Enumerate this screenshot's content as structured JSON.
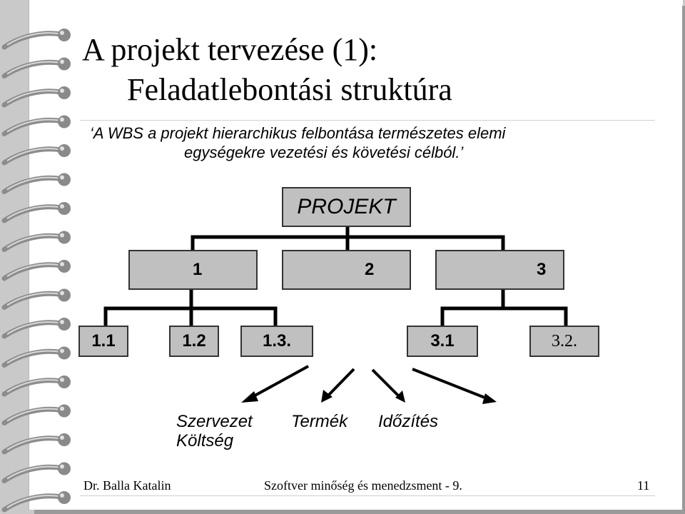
{
  "title": {
    "line1": "A projekt tervezése (1):",
    "line2": "Feladatlebontási struktúra"
  },
  "quote": {
    "line1": "‘A WBS a projekt hierarchikus felbontása természetes elemi",
    "line2": "egységekre vezetési és követési célból.’"
  },
  "wbs": {
    "root": "PROJEKT",
    "level1": [
      "1",
      "2",
      "3"
    ],
    "level2": [
      "1.1",
      "1.2",
      "1.3.",
      "3.1",
      "3.2."
    ]
  },
  "aspects": {
    "szervezet": "Szervezet",
    "koltseg": "Költség",
    "termek": "Termék",
    "idozites": "Időzítés"
  },
  "footer": {
    "author": "Dr. Balla Katalin",
    "course": "Szoftver minőség és menedzsment - 9.",
    "page": "11"
  },
  "colors": {
    "box_fill": "#c0c0c0",
    "box_border": "#333333",
    "connector": "#000000",
    "background": "#ffffff"
  }
}
